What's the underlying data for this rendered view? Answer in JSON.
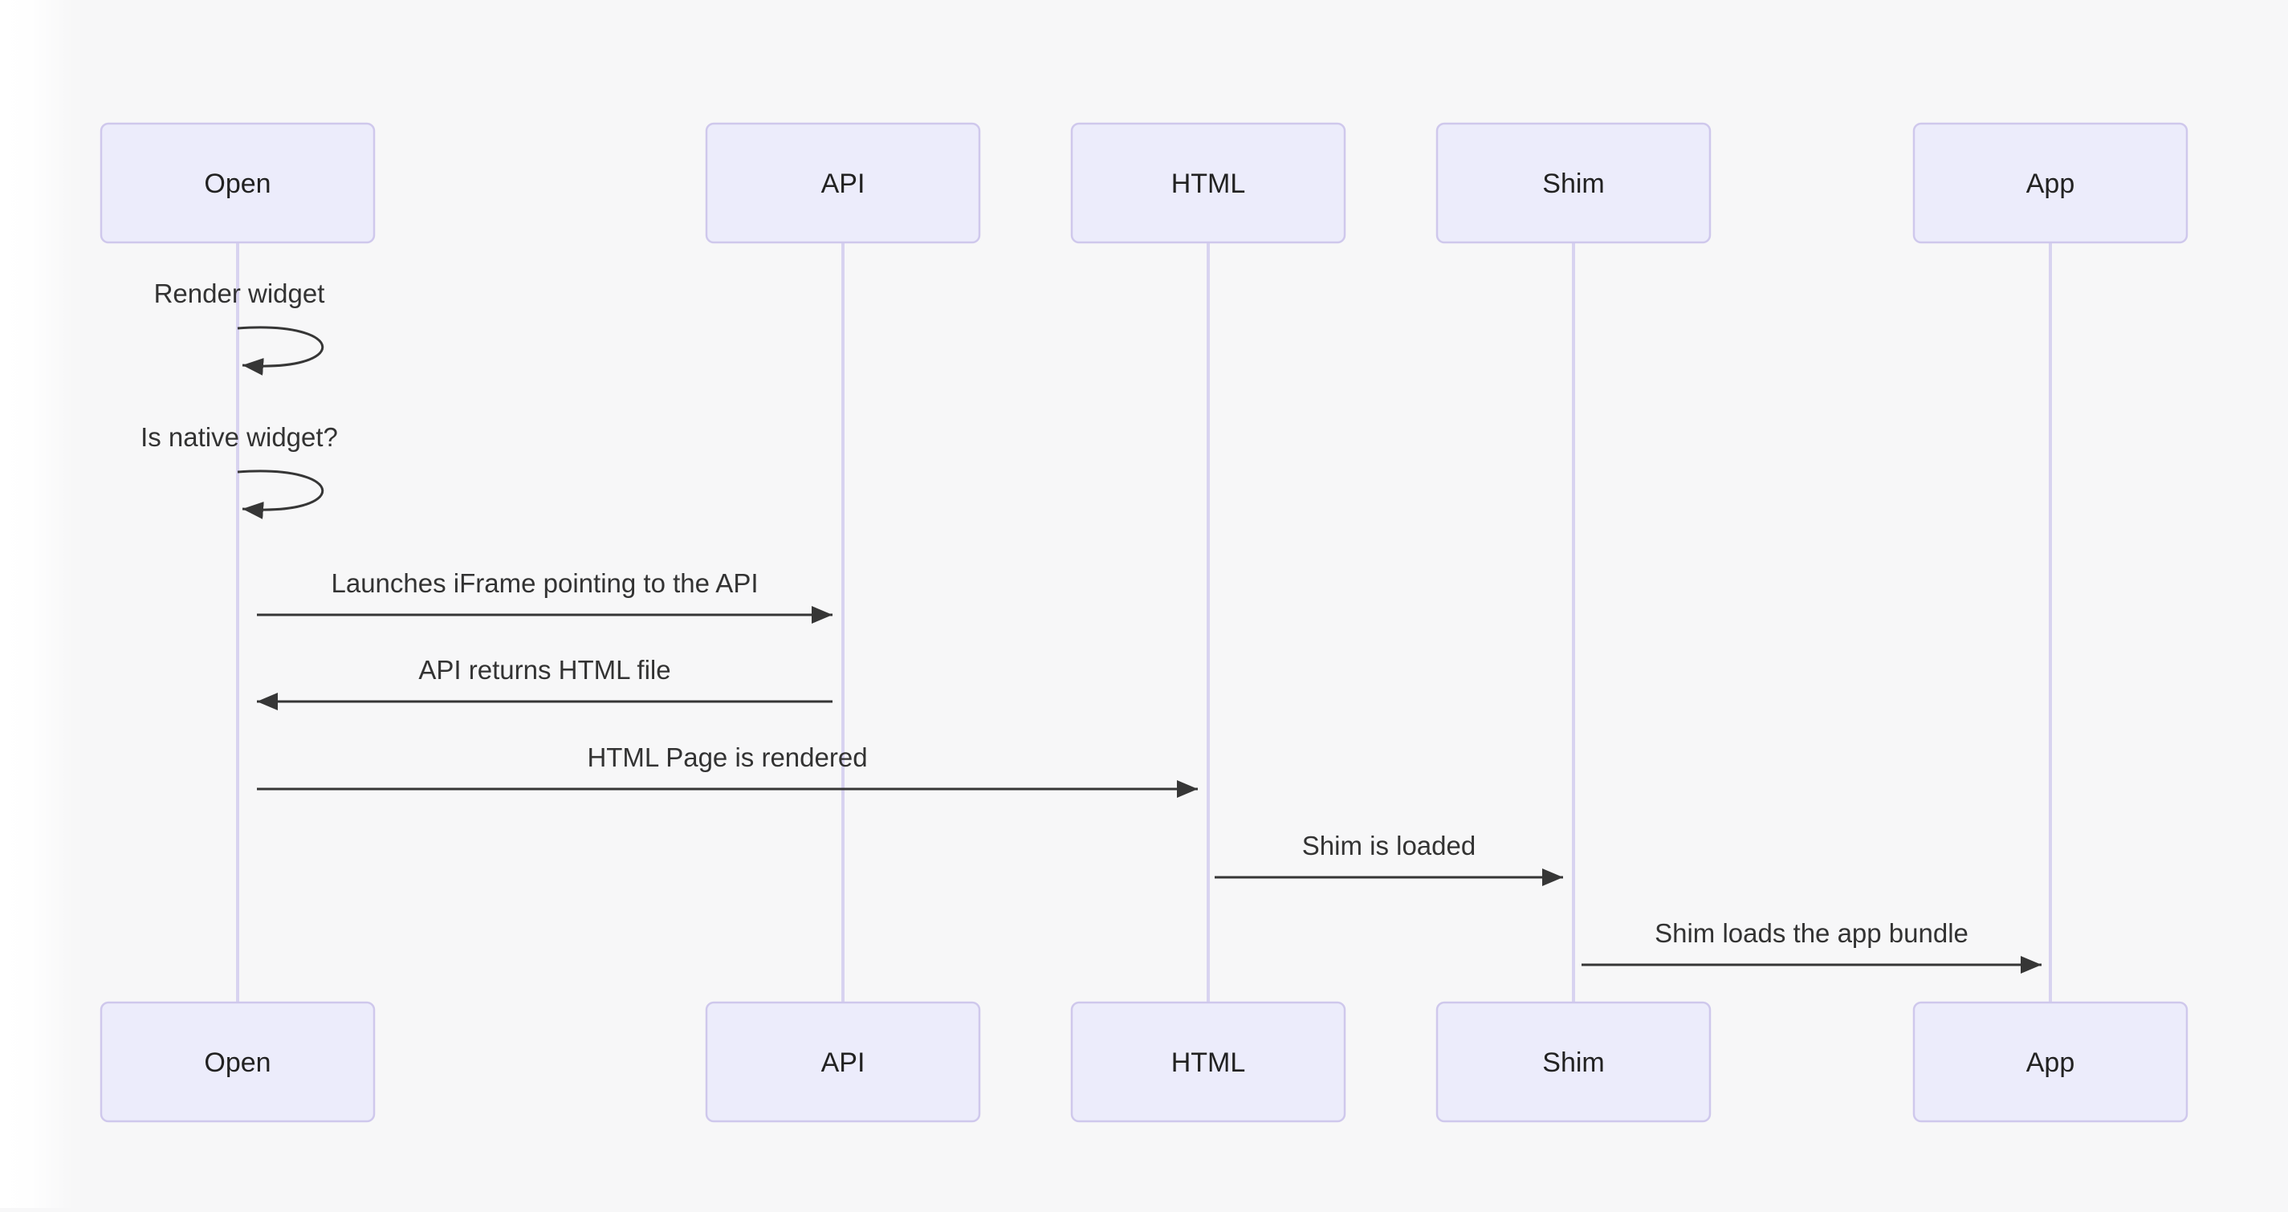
{
  "diagram": {
    "type": "sequence-diagram",
    "actors": [
      {
        "id": "open",
        "label": "Open"
      },
      {
        "id": "api",
        "label": "API"
      },
      {
        "id": "html",
        "label": "HTML"
      },
      {
        "id": "shim",
        "label": "Shim"
      },
      {
        "id": "app",
        "label": "App"
      }
    ],
    "messages": [
      {
        "kind": "self",
        "actor": "open",
        "label": "Render widget"
      },
      {
        "kind": "self",
        "actor": "open",
        "label": "Is native widget?"
      },
      {
        "kind": "message",
        "from": "open",
        "to": "api",
        "label": "Launches iFrame pointing to the API"
      },
      {
        "kind": "message",
        "from": "api",
        "to": "open",
        "label": "API returns HTML file"
      },
      {
        "kind": "message",
        "from": "open",
        "to": "html",
        "label": "HTML Page is rendered"
      },
      {
        "kind": "message",
        "from": "html",
        "to": "shim",
        "label": "Shim is loaded"
      },
      {
        "kind": "message",
        "from": "shim",
        "to": "app",
        "label": "Shim loads the app bundle"
      }
    ],
    "colors": {
      "background": "#f7f7f8",
      "actor_fill": "#ececfb",
      "actor_border": "#cfc8ec",
      "actor_text": "#222222",
      "lifeline": "#d8d3f0",
      "signal": "#363636",
      "text": "#333333"
    }
  }
}
